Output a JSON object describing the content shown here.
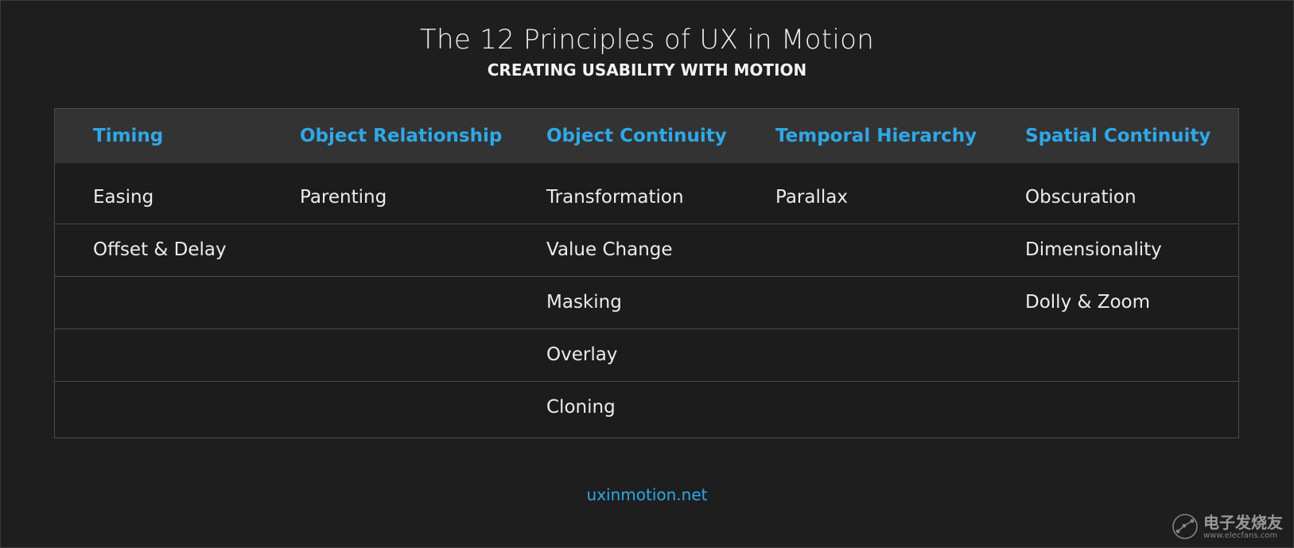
{
  "title": "The 12 Principles of UX in Motion",
  "subtitle": "CREATING USABILITY WITH MOTION",
  "table": {
    "headers": [
      "Timing",
      "Object Relationship",
      "Object Continuity",
      "Temporal Hierarchy",
      "Spatial Continuity"
    ],
    "rows": [
      [
        "Easing",
        "Parenting",
        "Transformation",
        "Parallax",
        "Obscuration"
      ],
      [
        "Offset & Delay",
        "",
        "Value Change",
        "",
        "Dimensionality"
      ],
      [
        "",
        "",
        "Masking",
        "",
        "Dolly & Zoom"
      ],
      [
        "",
        "",
        "Overlay",
        "",
        ""
      ],
      [
        "",
        "",
        "Cloning",
        "",
        ""
      ]
    ]
  },
  "footer": {
    "link": "uxinmotion.net"
  },
  "watermark": {
    "main": "电子发烧友",
    "sub": "www.elecfans.com",
    "icon": "network-node-icon"
  },
  "colors": {
    "background": "#1e1e1f",
    "header_bg": "#333334",
    "accent": "#2fa8e6",
    "text": "#ececec",
    "grid": "#4b4b4c"
  }
}
